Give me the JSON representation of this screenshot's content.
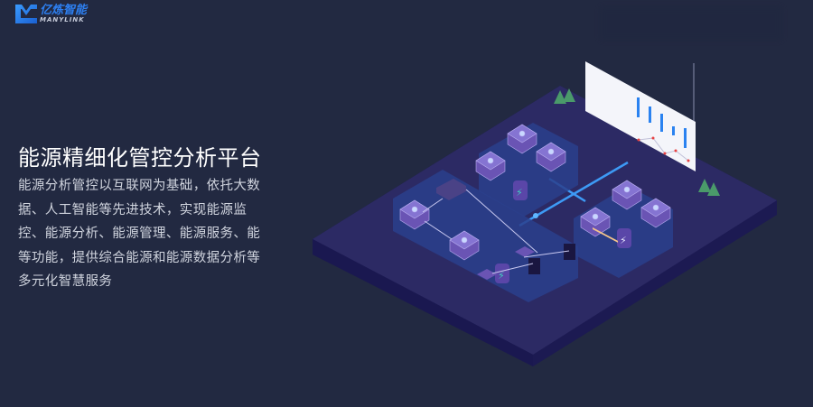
{
  "logo": {
    "name_cn": "亿炼智能",
    "name_en": "MANYLINK",
    "icon": "manylink-logo-icon",
    "brand_color": "#2d7ff0"
  },
  "hero": {
    "title": "能源精细化管控分析平台",
    "description": "能源分析管控以互联网为基础，依托大数据、人工智能等先进技术，实现能源监控、能源分析、能源管理、能源服务、能等功能，提供综合能源和能源数据分析等多元化智慧服务"
  },
  "illustration": {
    "type": "isometric-energy-platform",
    "elements": [
      "server-modules",
      "battery-units",
      "network-switch",
      "data-dashboard",
      "trees",
      "power-cabinets"
    ]
  },
  "colors": {
    "background": "#222941",
    "platform_top": "#2c2a64",
    "platform_side": "#1c1a52",
    "zone": "#2a3f8c",
    "module": "#6a54b4",
    "accent_line": "#3d9af5"
  }
}
